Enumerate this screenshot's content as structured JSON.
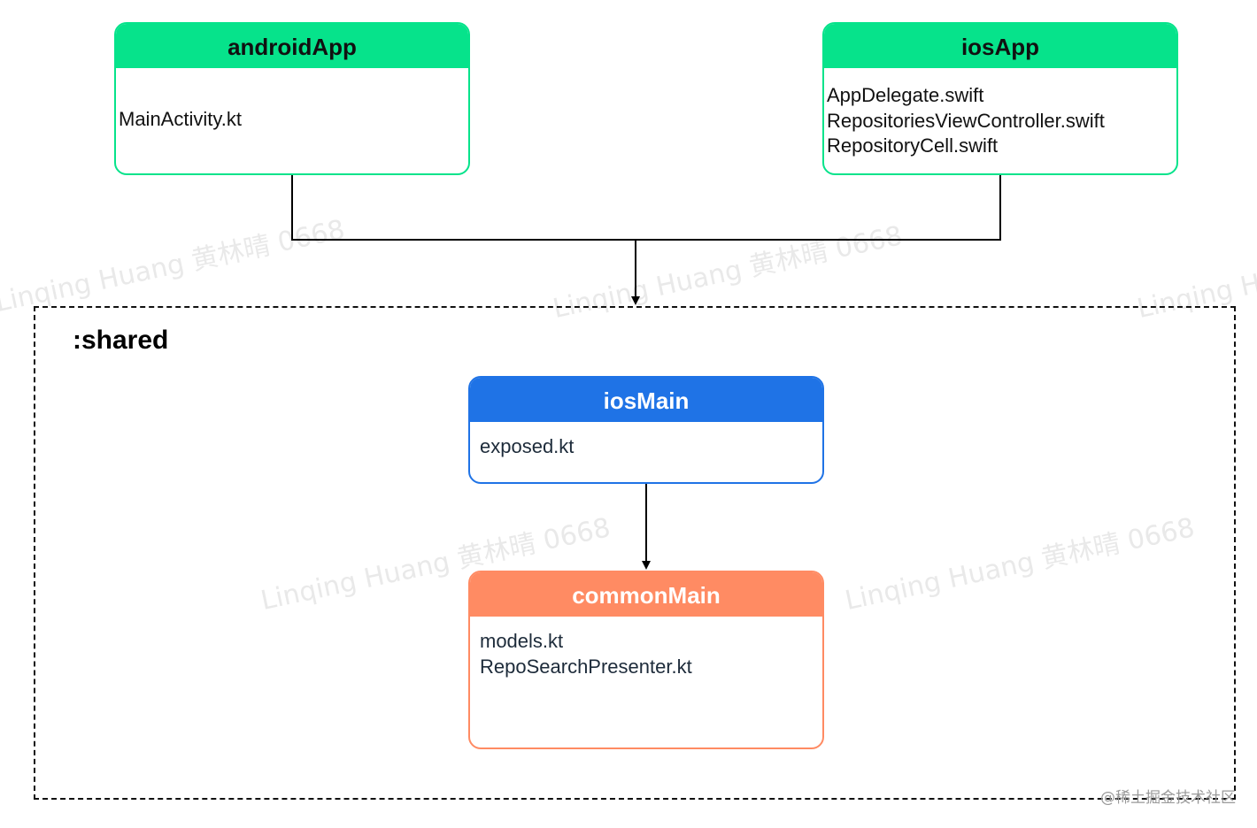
{
  "watermark_text": "Linqing Huang 黄林晴 0668",
  "shared": {
    "label": ":shared"
  },
  "nodes": {
    "android_app": {
      "title": "androidApp",
      "files": [
        "MainActivity.kt"
      ],
      "color": "#06e38b"
    },
    "ios_app": {
      "title": "iosApp",
      "files": [
        "AppDelegate.swift",
        "RepositoriesViewController.swift",
        "RepositoryCell.swift"
      ],
      "color": "#06e38b"
    },
    "ios_main": {
      "title": "iosMain",
      "files": [
        "exposed.kt"
      ],
      "color": "#1f73e6"
    },
    "common_main": {
      "title": "commonMain",
      "files": [
        "models.kt",
        "RepoSearchPresenter.kt"
      ],
      "color": "#ff8b63"
    }
  },
  "credit": "@稀土掘金技术社区"
}
